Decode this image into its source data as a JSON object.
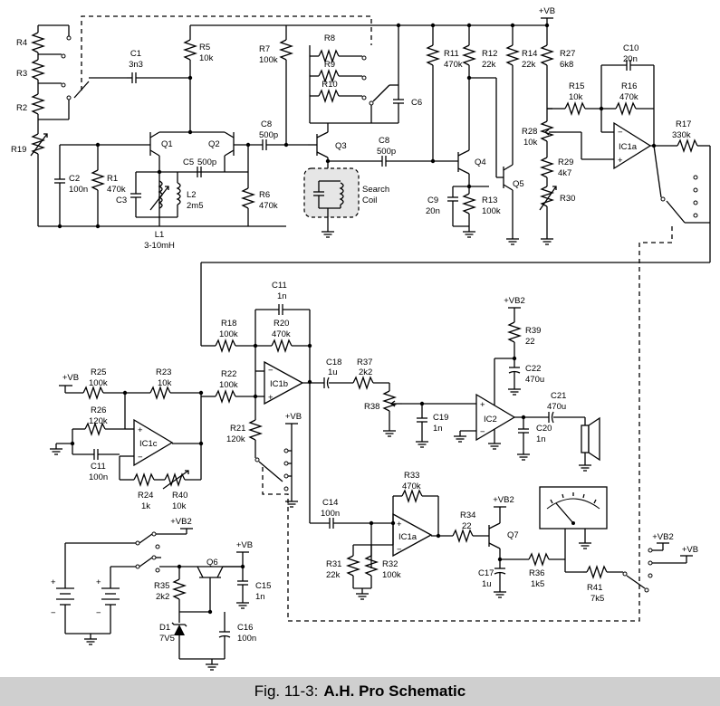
{
  "rails": {
    "vb": "+VB",
    "vb2": "+VB2"
  },
  "caption": {
    "figure": "Fig. 11-3:",
    "title": "A.H. Pro Schematic"
  },
  "search_coil": {
    "line1": "Search",
    "line2": "Coil"
  },
  "components": {
    "R1": {
      "ref": "R1",
      "val": "470k"
    },
    "R2": {
      "ref": "R2",
      "val": ""
    },
    "R3": {
      "ref": "R3",
      "val": ""
    },
    "R4": {
      "ref": "R4",
      "val": ""
    },
    "R5": {
      "ref": "R5",
      "val": "10k"
    },
    "R6": {
      "ref": "R6",
      "val": "470k"
    },
    "R7": {
      "ref": "R7",
      "val": "100k"
    },
    "R8": {
      "ref": "R8",
      "val": ""
    },
    "R9": {
      "ref": "R9",
      "val": ""
    },
    "R10": {
      "ref": "R10",
      "val": ""
    },
    "R11": {
      "ref": "R11",
      "val": "470k"
    },
    "R12": {
      "ref": "R12",
      "val": "22k"
    },
    "R13": {
      "ref": "R13",
      "val": "100k"
    },
    "R14": {
      "ref": "R14",
      "val": "22k"
    },
    "R15": {
      "ref": "R15",
      "val": "10k"
    },
    "R16": {
      "ref": "R16",
      "val": "470k"
    },
    "R17": {
      "ref": "R17",
      "val": "330k"
    },
    "R18": {
      "ref": "R18",
      "val": "100k"
    },
    "R19": {
      "ref": "R19",
      "val": ""
    },
    "R20": {
      "ref": "R20",
      "val": "470k"
    },
    "R21": {
      "ref": "R21",
      "val": "120k"
    },
    "R22": {
      "ref": "R22",
      "val": "100k"
    },
    "R23": {
      "ref": "R23",
      "val": "10k"
    },
    "R24": {
      "ref": "R24",
      "val": "1k"
    },
    "R25": {
      "ref": "R25",
      "val": "100k"
    },
    "R26": {
      "ref": "R26",
      "val": "120k"
    },
    "R27": {
      "ref": "R27",
      "val": "6k8"
    },
    "R28": {
      "ref": "R28",
      "val": "10k"
    },
    "R29": {
      "ref": "R29",
      "val": "4k7"
    },
    "R30": {
      "ref": "R30",
      "val": ""
    },
    "R31": {
      "ref": "R31",
      "val": "22k"
    },
    "R32": {
      "ref": "R32",
      "val": "100k"
    },
    "R33": {
      "ref": "R33",
      "val": "470k"
    },
    "R34": {
      "ref": "R34",
      "val": "22"
    },
    "R35": {
      "ref": "R35",
      "val": "2k2"
    },
    "R36": {
      "ref": "R36",
      "val": "1k5"
    },
    "R37": {
      "ref": "R37",
      "val": "2k2"
    },
    "R38": {
      "ref": "R38",
      "val": ""
    },
    "R39": {
      "ref": "R39",
      "val": "22"
    },
    "R40": {
      "ref": "R40",
      "val": "10k"
    },
    "R41": {
      "ref": "R41",
      "val": "7k5"
    },
    "C1": {
      "ref": "C1",
      "val": "3n3"
    },
    "C2": {
      "ref": "C2",
      "val": "100n"
    },
    "C3": {
      "ref": "C3",
      "val": ""
    },
    "C5": {
      "ref": "C5",
      "val": "500p"
    },
    "C6": {
      "ref": "C6",
      "val": ""
    },
    "C8a": {
      "ref": "C8",
      "val": "500p"
    },
    "C8b": {
      "ref": "C8",
      "val": "500p"
    },
    "C9": {
      "ref": "C9",
      "val": "20n"
    },
    "C10": {
      "ref": "C10",
      "val": "20n"
    },
    "C11a": {
      "ref": "C11",
      "val": "1n"
    },
    "C11b": {
      "ref": "C11",
      "val": "100n"
    },
    "C14": {
      "ref": "C14",
      "val": "100n"
    },
    "C15": {
      "ref": "C15",
      "val": "1n"
    },
    "C16": {
      "ref": "C16",
      "val": "100n"
    },
    "C17": {
      "ref": "C17",
      "val": "1u"
    },
    "C18": {
      "ref": "C18",
      "val": "1u"
    },
    "C19": {
      "ref": "C19",
      "val": "1n"
    },
    "C20": {
      "ref": "C20",
      "val": "1n"
    },
    "C21": {
      "ref": "C21",
      "val": "470u"
    },
    "C22": {
      "ref": "C22",
      "val": "470u"
    },
    "L1": {
      "ref": "L1",
      "val": "3-10mH"
    },
    "L2": {
      "ref": "L2",
      "val": "2m5"
    },
    "Q1": {
      "ref": "Q1"
    },
    "Q2": {
      "ref": "Q2"
    },
    "Q3": {
      "ref": "Q3"
    },
    "Q4": {
      "ref": "Q4"
    },
    "Q5": {
      "ref": "Q5"
    },
    "Q6": {
      "ref": "Q6"
    },
    "Q7": {
      "ref": "Q7"
    },
    "D1": {
      "ref": "D1",
      "val": "7V5"
    },
    "IC1a_top": {
      "ref": "IC1a"
    },
    "IC1a_bot": {
      "ref": "IC1a"
    },
    "IC1b": {
      "ref": "IC1b"
    },
    "IC1c": {
      "ref": "IC1c"
    },
    "IC2": {
      "ref": "IC2"
    }
  },
  "opamp_pins": {
    "minus": "−",
    "plus": "+"
  }
}
